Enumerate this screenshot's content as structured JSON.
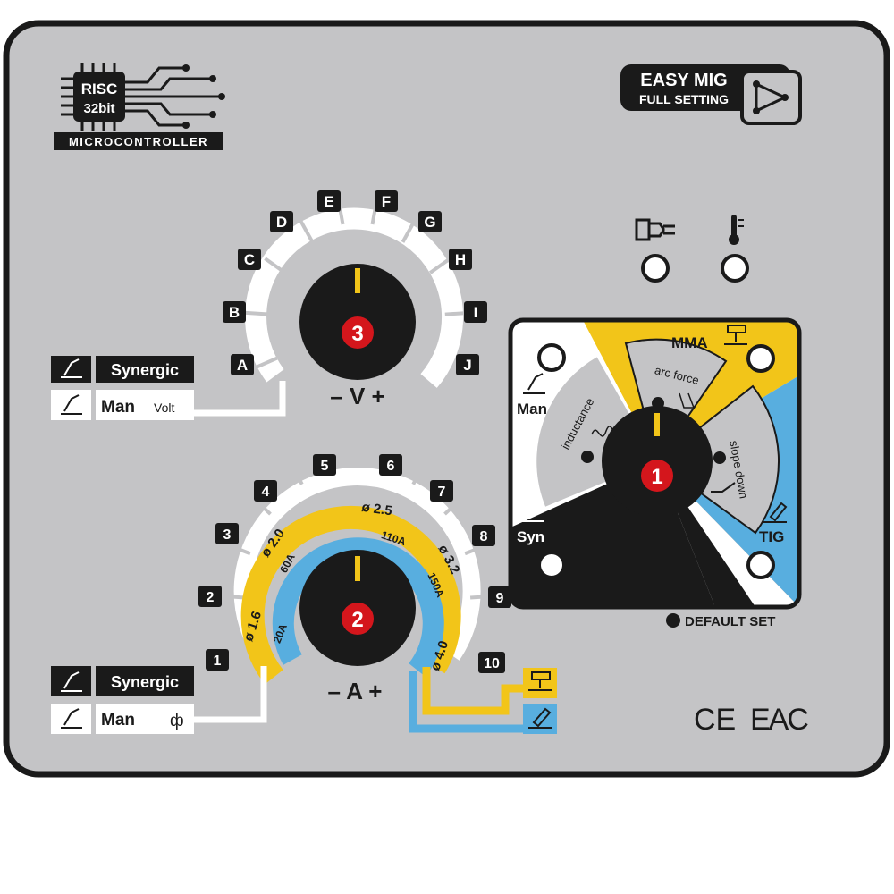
{
  "header": {
    "chip_line1": "RISC",
    "chip_line2": "32bit",
    "chip_caption": "MICROCONTROLLER",
    "easy_line1": "EASY MIG",
    "easy_line2": "FULL SETTING"
  },
  "voltage_knob": {
    "number": "3",
    "scale": [
      "A",
      "B",
      "C",
      "D",
      "E",
      "F",
      "G",
      "H",
      "I",
      "J"
    ],
    "caption": "– V +"
  },
  "current_knob": {
    "number": "2",
    "scale": [
      "1",
      "2",
      "3",
      "4",
      "5",
      "6",
      "7",
      "8",
      "9",
      "10"
    ],
    "wire_diameters": [
      "ø 1.6",
      "ø 2.0",
      "ø 2.5",
      "ø 3.2",
      "ø 4.0"
    ],
    "currents": [
      "20A",
      "60A",
      "110A",
      "150A"
    ],
    "caption": "– A +"
  },
  "mode_knob": {
    "number": "1",
    "man": "Man",
    "mma": "MMA",
    "syn": "Syn",
    "tig": "TIG",
    "inductance": "inductance",
    "arc_force": "arc force",
    "slope_down": "slope down"
  },
  "volt_legend": {
    "synergic": "Synergic",
    "man": "Man",
    "volt": "Volt"
  },
  "amp_legend": {
    "synergic": "Synergic",
    "man": "Man",
    "phi": "ф"
  },
  "default_set": "DEFAULT SET",
  "certs": {
    "ce": "CE",
    "eac": "EAC"
  },
  "colors": {
    "panel": "#c4c4c6",
    "yellow": "#f2c519",
    "blue": "#58aedf",
    "red": "#d4161c",
    "dark": "#1a1a1a"
  }
}
